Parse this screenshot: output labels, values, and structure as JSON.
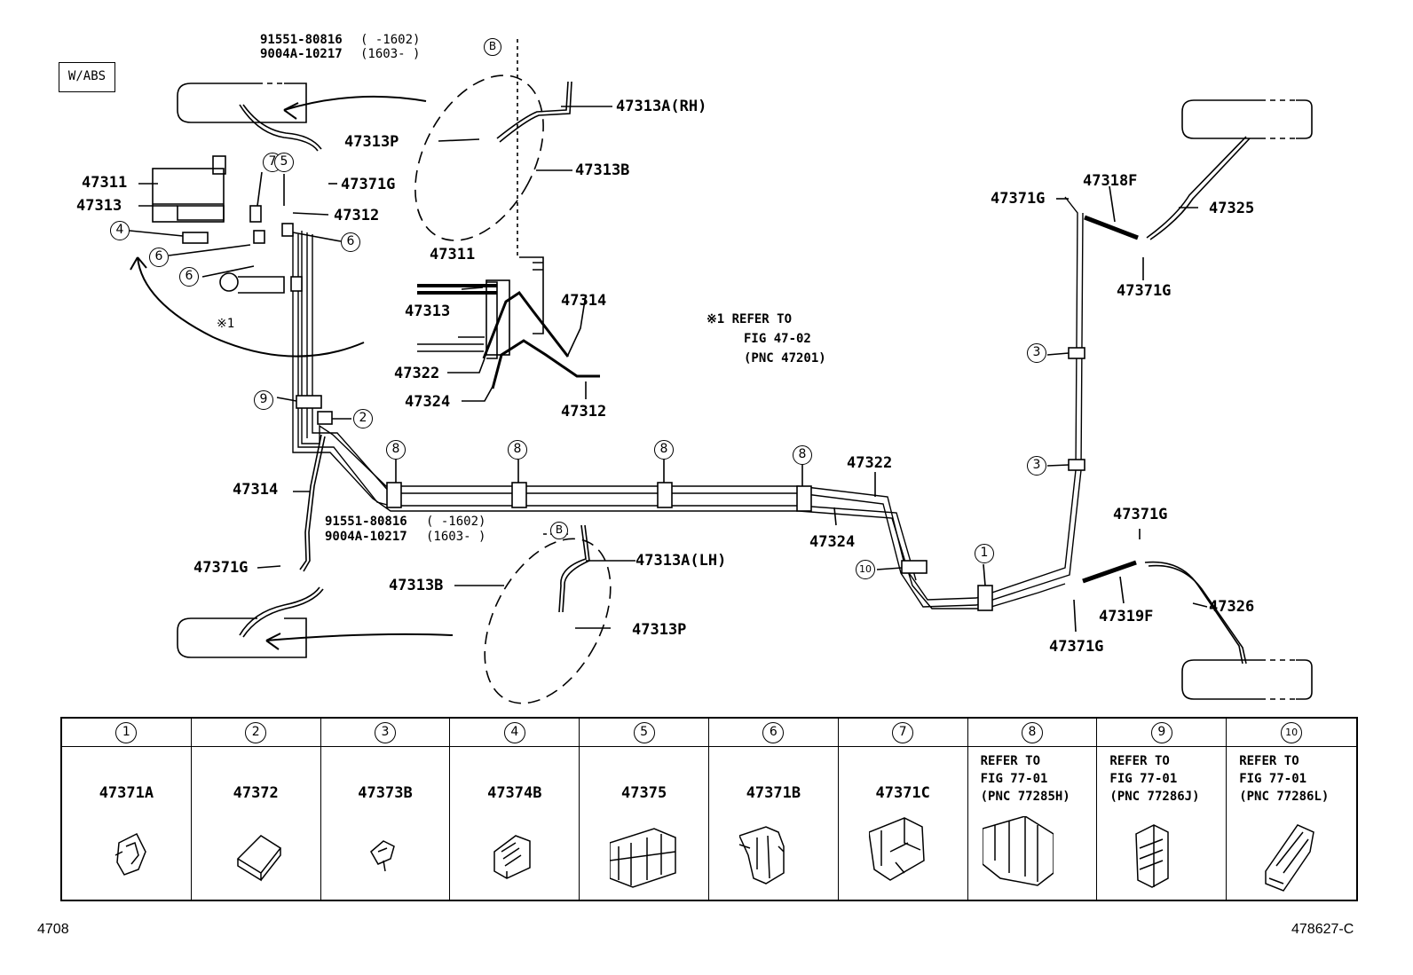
{
  "diagram": {
    "badge": "W/ABS",
    "labels": {
      "pn_91551_top": "91551-80816",
      "pn_9004a_top": "9004A-10217",
      "range_top_1": "(    -1602)",
      "range_top_2": "(1603-    )",
      "b_top": "B",
      "p47313A_rh": "47313A(RH)",
      "p47313P_top": "47313P",
      "p47313B_top": "47313B",
      "p47371G_a": "47371G",
      "p47311_l": "47311",
      "p47313_l": "47313",
      "p47312_l": "47312",
      "x1": "※1",
      "p47311_c": "47311",
      "p47313_c": "47313",
      "p47314_c": "47314",
      "p47322_c": "47322",
      "p47324_c": "47324",
      "p47312_c": "47312",
      "note_1": "※1  REFER TO",
      "note_2": "FIG 47-02",
      "note_3": "(PNC 47201)",
      "p47371G_b": "47371G",
      "p47318F": "47318F",
      "p47325": "47325",
      "p47371G_c": "47371G",
      "p47314_l": "47314",
      "pn_91551_bot": "91551-80816",
      "pn_9004a_bot": "9004A-10217",
      "range_bot_1": "(    -1602)",
      "range_bot_2": "(1603-    )",
      "b_bot": "B",
      "p47313A_lh": "47313A(LH)",
      "p47313B_bot": "47313B",
      "p47313P_bot": "47313P",
      "p47371G_d": "47371G",
      "p47322_r": "47322",
      "p47324_r": "47324",
      "p47371G_e": "47371G",
      "p47319F": "47319F",
      "p47326": "47326",
      "p47371G_f": "47371G"
    },
    "callouts": [
      "1",
      "2",
      "3",
      "4",
      "5",
      "6",
      "7",
      "8",
      "9",
      "10"
    ]
  },
  "table": {
    "headers": [
      "1",
      "2",
      "3",
      "4",
      "5",
      "6",
      "7",
      "8",
      "9",
      "10"
    ],
    "parts": [
      "47371A",
      "47372",
      "47373B",
      "47374B",
      "47375",
      "47371B",
      "47371C",
      "",
      "",
      ""
    ],
    "refs": [
      "",
      "",
      "",
      "",
      "",
      "",
      "",
      "REFER TO\nFIG 77-01\n(PNC 77285H)",
      "REFER TO\nFIG 77-01\n(PNC 77286J)",
      "REFER TO\nFIG 77-01\n(PNC 77286L)"
    ]
  },
  "footer": {
    "left": "4708",
    "right": "478627-C"
  }
}
